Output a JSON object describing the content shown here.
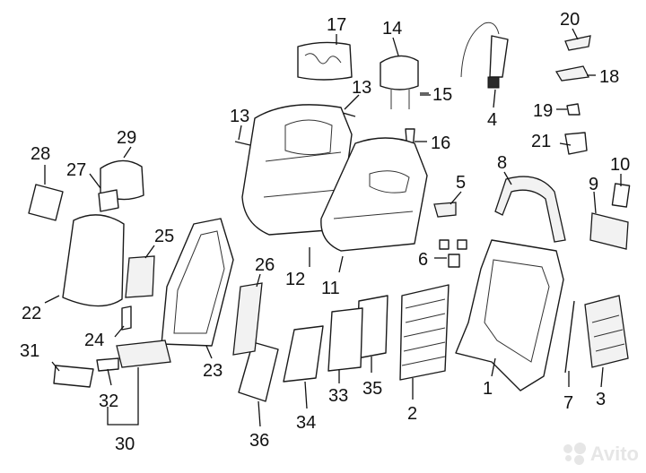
{
  "diagram": {
    "callouts": {
      "c1": "1",
      "c2": "2",
      "c3": "3",
      "c4": "4",
      "c5": "5",
      "c6": "6",
      "c7": "7",
      "c8": "8",
      "c9": "9",
      "c10": "10",
      "c11": "11",
      "c12": "12",
      "c13a": "13",
      "c13b": "13",
      "c14": "14",
      "c15": "15",
      "c16": "16",
      "c17": "17",
      "c18": "18",
      "c19": "19",
      "c20": "20",
      "c21": "21",
      "c22": "22",
      "c23": "23",
      "c24": "24",
      "c25": "25",
      "c26": "26",
      "c27": "27",
      "c28": "28",
      "c29": "29",
      "c30": "30",
      "c31": "31",
      "c32": "32",
      "c33": "33",
      "c34": "34",
      "c35": "35",
      "c36": "36"
    },
    "watermark": "Avito",
    "watermark_icon": "avito-dots-icon"
  }
}
